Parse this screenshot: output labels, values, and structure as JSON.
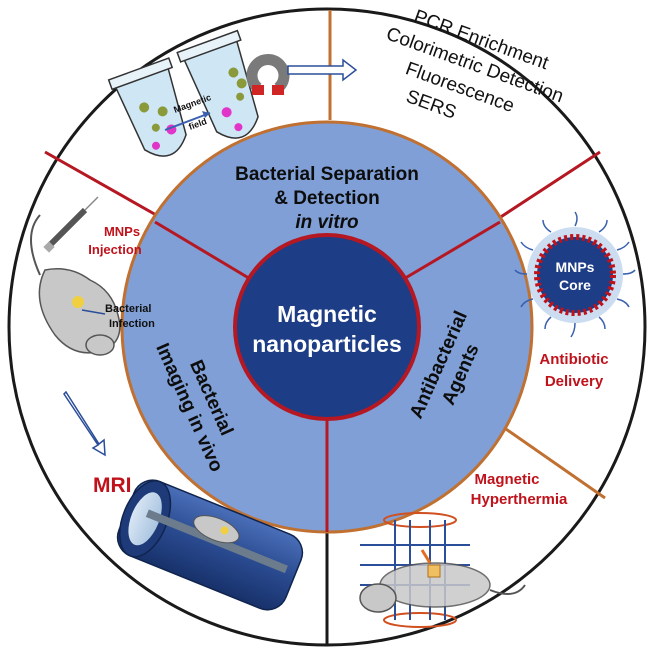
{
  "center": {
    "line1": "Magnetic",
    "line2": "nanoparticles"
  },
  "segments": {
    "top": {
      "line1": "Bacterial Separation",
      "line2": "& Detection",
      "line3": "in vitro"
    },
    "left": {
      "line1": "Bacterial",
      "line2": "Imaging in vivo"
    },
    "right": {
      "line1": "Antibacterial",
      "line2": "Agents"
    }
  },
  "outer": {
    "detection_methods": [
      "PCR Enrichment",
      "Colorimetric Detection",
      "Fluorescence",
      "SERS"
    ],
    "magnetic_label": "Magnetic",
    "field_label": "field",
    "mnps_injection": [
      "MNPs",
      "Injection"
    ],
    "bacterial_infection": [
      "Bacterial",
      "Infection"
    ],
    "mri": "MRI",
    "mnps_core": [
      "MNPs",
      "Core"
    ],
    "antibiotic_delivery": [
      "Antibiotic",
      "Delivery"
    ],
    "magnetic_hyperthermia": [
      "Magnetic",
      "Hyperthermia"
    ]
  },
  "colors": {
    "outer_ring_stroke": "#1a1a1a",
    "middle_disc": "#7f9fd6",
    "middle_ring_stroke": "#c07030",
    "core_fill": "#1d3d86",
    "core_stroke": "#b51822",
    "divider_red": "#b51822",
    "divider_orange": "#c07030",
    "label_red": "#c0121b"
  }
}
